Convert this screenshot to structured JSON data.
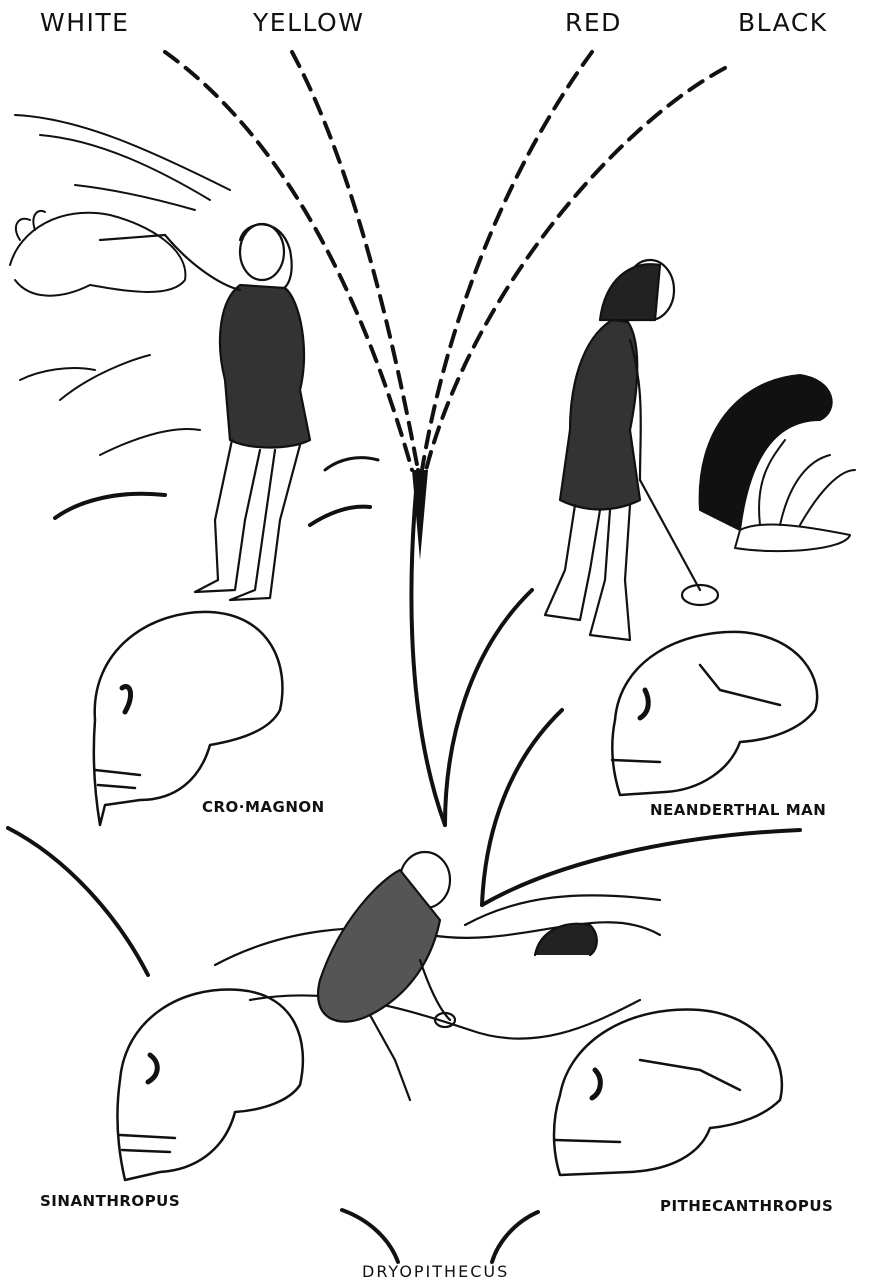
{
  "races": {
    "white": "WHITE",
    "yellow": "YELLOW",
    "red": "RED",
    "black": "BLACK"
  },
  "species": {
    "cro_magnon": "CRO·MAGNON",
    "neanderthal": "NEANDERTHAL MAN",
    "sinanthropus": "SINANTHROPUS",
    "pithecanthropus": "PITHECANTHROPUS",
    "dryopithecus": "DRYOPITHECUS"
  },
  "colors": {
    "ink": "#111111",
    "paper": "#ffffff"
  }
}
